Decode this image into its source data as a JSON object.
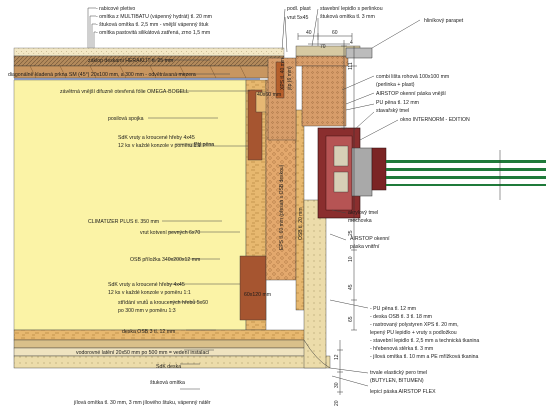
{
  "labels_left": {
    "l1": "- rabicové pletivo",
    "l2": "- omítka z MULTIBATU (vápenný hydrát) tl. 20 mm",
    "l3": "- štuková omítka tl. 2,5 mm - vnější vápenný štuk",
    "l4": "- omítka pastovitá silikátová zatřená, zrno 1,5 mm",
    "l5": "záklop deskami HERAKLIT tl. 25 mm",
    "l6": "diagonálně kladená prkna SM (45°) 20x100 mm, a 300 mm - odvětrávaná mezera",
    "l7": "závětrná vnější difuzně otevřená fólie OMEGA-BOGELL",
    "l8": "posilová spojka",
    "l9a": "SdK vruty a kroucené hřeby 4x45",
    "l9b": "12 ks v každé konzole v poměru 1:1",
    "l10": "PU pěna",
    "l11": "CLIMATIZER PLUS tl. 350 mm",
    "l12": "vrut kotvení pevných 6x70",
    "l13": "OSB příložka 340x200x12 mm",
    "l14a": "SdK vruty a kroucené hřeby 4x45",
    "l14b": "12 ks v každé konzole v poměru 1:1",
    "l15a": "střídání vrutů a kroucených hřebů 5x60",
    "l15b": "po 300 mm v poměru 1:3",
    "l16": "deska OSB 3 tl. 12 mm",
    "l17": "vodorovné latění 20x50 mm po 500 mm = vedení instalací",
    "l18": "SdK deska",
    "l19": "štuková omítka",
    "l20": "jílová omítka tl. 30 mm, 3 mm jílového štuku, vápenný nátěr"
  },
  "labels_top": {
    "podl": "podl. plast",
    "vrut": "vrut 5x45",
    "lep1": "stavební lepidlo s perlinkou",
    "lep2": "štuková omítka tl. 3 mm",
    "parapet": "hliníkový parapet"
  },
  "labels_right": {
    "r1a": "combi lišta rohová 100x100 mm",
    "r1b": "(perlinka + plast)",
    "r2": "AIRSTOP okenní páska vnější",
    "r3": "PU pěna tl. 12 mm",
    "r4": "stavařský tmel",
    "r5": "okno INTERNORM - EDITION",
    "r6a": "akrylový tmel",
    "r6b": "mechovka",
    "r7a": "AIRSTOP okenní",
    "r7b": "páska vnitřní",
    "r8": "- PU pěna tl. 12 mm",
    "r9": "- deska OSB tl. 3 tl. 18 mm",
    "r10": "- rastrovaný polystyren XPS tl. 20 mm,",
    "r11": "  lepený PU lepidlo + vruty s podložkou",
    "r12": "- stavební lepidlo tl. 2,5 mm a technická tkanina",
    "r13": "- hřebenová stěrka tl. 3 mm",
    "r14": "- jílová omítka tl. 10 mm a PE mřížková tkanina",
    "r15a": "trvale elastický pero tmel",
    "r15b": "(BUTYLEN, BITUMEN)",
    "r16": "lepicí páska AIRSTOP FLEX"
  },
  "vertical_labels": {
    "v1": "XPS tl. 40 mm",
    "v2": "jitp (6 mm)",
    "v3": "EPS tl. 60 mm (přesah s OSB deskou)",
    "v4": "OSB tl. 20 mm"
  },
  "small_labels": {
    "s1": "40x60 mm",
    "s2": "60x120 mm"
  },
  "dimensions": {
    "d40": "40",
    "d60": "60",
    "d70": "70",
    "d4": "4",
    "d111": "111",
    "d25": "25",
    "d10": "10",
    "d45": "45",
    "d65": "65",
    "d12": "12",
    "d30": "30",
    "d20": "20"
  },
  "colors": {
    "insulation": "#fbf3a6",
    "herakit": "#b28a5e",
    "wood": "#d07f50",
    "osb": "#e6b874",
    "frame": "#7a1f1f",
    "glass": "#1f7a3a",
    "gray": "#9a9a9a"
  }
}
